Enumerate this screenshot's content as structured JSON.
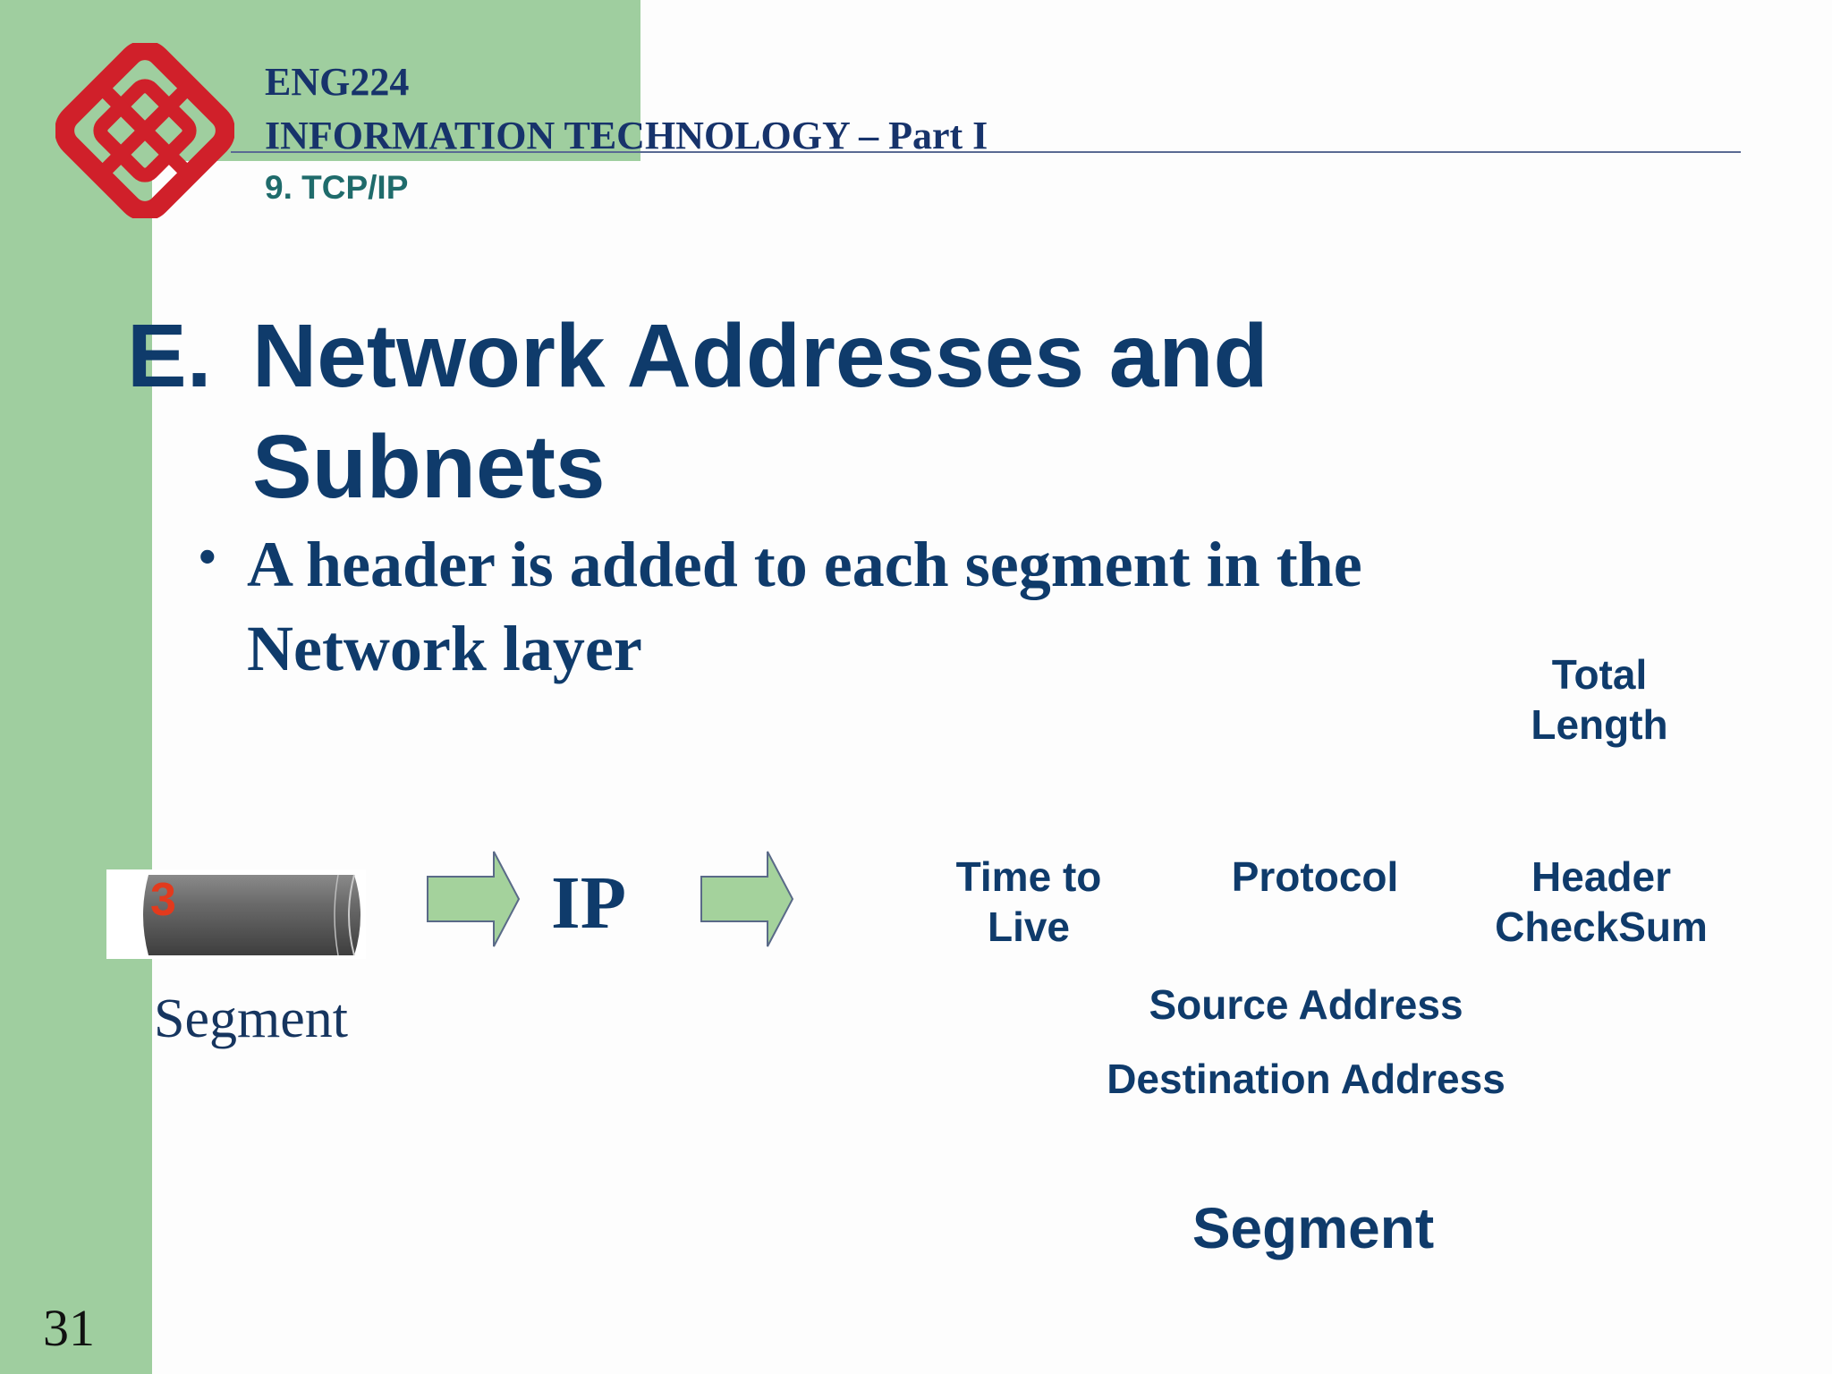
{
  "header": {
    "course_code": "ENG224",
    "course_name": "INFORMATION TECHNOLOGY – Part I",
    "chapter": "9. TCP/IP"
  },
  "slide": {
    "title_number": "E.",
    "title_line1": "Network Addresses and",
    "title_line2": "Subnets",
    "bullet": "A header is added to each segment in the Network layer"
  },
  "diagram": {
    "cylinder_number": "3",
    "segment_label": "Segment",
    "ip_label": "IP",
    "fields": {
      "total_length": "Total Length",
      "time_to_live": "Time to Live",
      "protocol": "Protocol",
      "header_checksum": "Header CheckSum",
      "source_address": "Source Address",
      "destination_address": "Destination Address",
      "segment": "Segment"
    }
  },
  "page_number": "31",
  "colors": {
    "sidebar_green": "#9fce9f",
    "title_navy": "#0f3b6b",
    "chapter_teal": "#1f6b6b",
    "arrow_fill": "#a4d29c",
    "logo_red": "#d0202a"
  }
}
